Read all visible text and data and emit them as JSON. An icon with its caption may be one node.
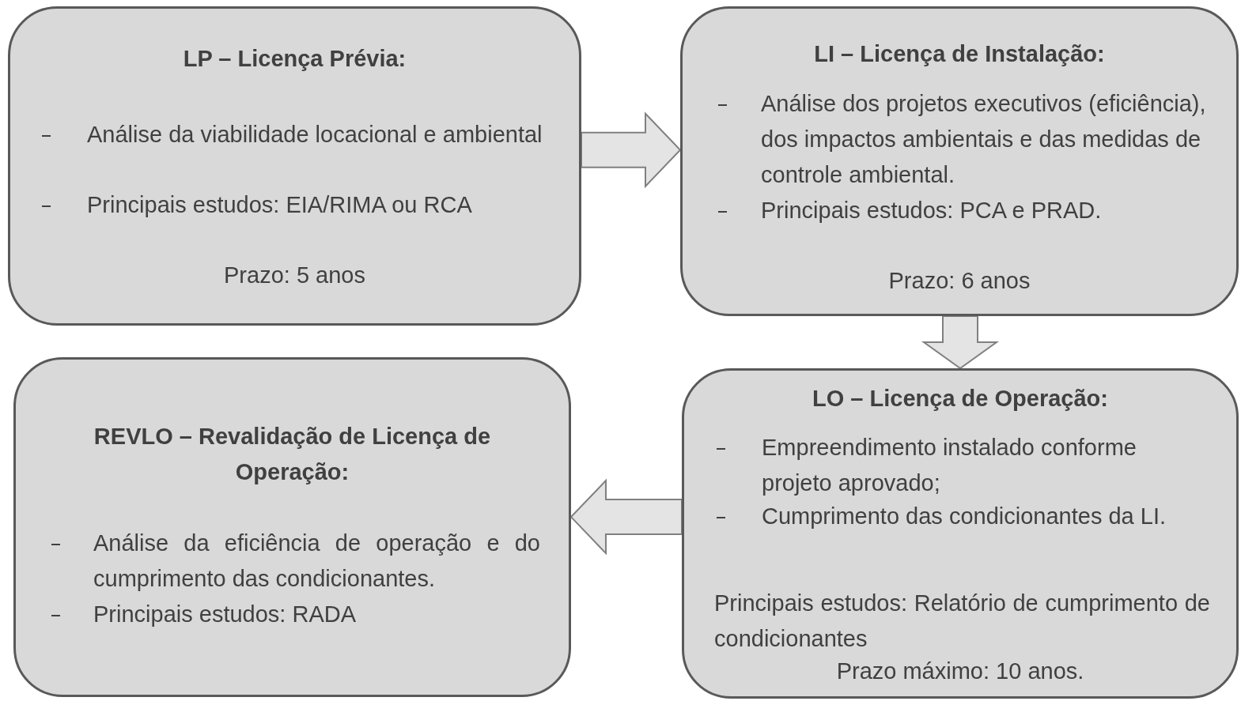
{
  "diagram": {
    "nodes": [
      {
        "text": [
          "LP – Licença Prévia:",
          "Análise da viabilidade locacional e ambiental",
          "Principais estudos: EIA/RIMA ou  RCA",
          "Prazo: 5 anos"
        ]
      },
      {
        "text": [
          "LI – Licença de Instalação:",
          "Análise dos projetos executivos (eficiência), dos impactos ambientais e das medidas de controle ambiental.",
          "Principais estudos: PCA e PRAD.",
          "Prazo: 6 anos"
        ]
      },
      {
        "text": [
          "REVLO – Revalidação de Licença de Operação:",
          "Análise da eficiência de operação e do cumprimento das condicionantes.",
          "Principais estudos: RADA"
        ]
      },
      {
        "text": [
          "LO – Licença de Operação:",
          "Empreendimento instalado conforme projeto aprovado;",
          "Cumprimento das condicionantes da LI.",
          "Principais estudos: Relatório de cumprimento de condicionantes",
          "Prazo máximo: 10 anos."
        ]
      }
    ],
    "edges": [
      {
        "from": 0,
        "to": 1,
        "arrow": "to"
      },
      {
        "from": 1,
        "to": 3,
        "arrow": "to"
      },
      {
        "from": 3,
        "to": 2,
        "arrow": "to"
      }
    ]
  }
}
